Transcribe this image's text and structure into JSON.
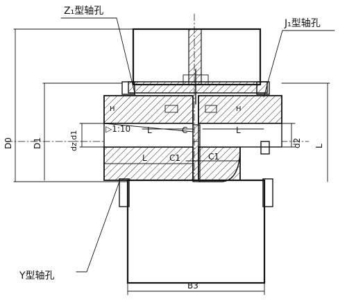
{
  "callouts": {
    "z1": "Z₁型轴孔",
    "j1": "J₁型轴孔",
    "y": "Y型轴孔"
  },
  "dims": {
    "D0": "D0",
    "D1": "D1",
    "dz_d1": "dz,d1",
    "d2": "d2",
    "L_right": "L",
    "H_left": "H",
    "H_right": "H",
    "taper": "▷1:10",
    "L_taper": "L",
    "C": "C",
    "L_right_mid": "L",
    "L_bottom": "L",
    "C1_left": "C1",
    "C1_right": "C1",
    "B3": "B3"
  }
}
